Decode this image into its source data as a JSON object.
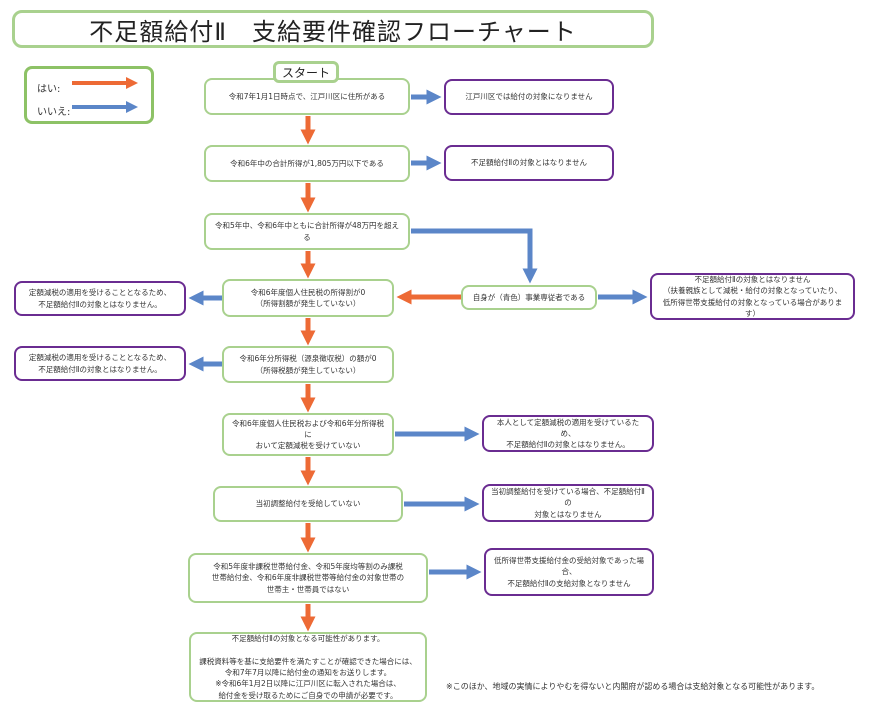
{
  "title": "不足額給付Ⅱ　支給要件確認フローチャート",
  "legend": {
    "yes_label": "はい:",
    "no_label": "いいえ:",
    "yes_color": "#ed6a35",
    "no_color": "#5b86c8"
  },
  "start_label": "スタート",
  "conditions": [
    {
      "text": "令和7年1月1日時点で、江戸川区に住所がある"
    },
    {
      "text": "令和6年中の合計所得が1,805万円以下である"
    },
    {
      "text": "令和5年中、令和6年中ともに合計所得が48万円を超える"
    },
    {
      "text": "令和6年度個人住民税の所得割が0\n（所得割額が発生していない）"
    },
    {
      "text": "令和6年分所得税（源泉徴収税）の額が0\n（所得税額が発生していない）"
    },
    {
      "text": "令和6年度個人住民税および令和6年分所得税に\nおいて定額減税を受けていない"
    },
    {
      "text": "当初調整給付を受給していない"
    },
    {
      "text": "令和5年度非課税世帯給付金、令和5年度均等割のみ課税\n世帯給付金、令和6年度非課税世帯等給付金の対象世帯の\n世帯主・世帯員ではない"
    },
    {
      "text": "自身が（青色）事業専従者である"
    }
  ],
  "results": [
    {
      "text": "江戸川区では給付の対象になりません"
    },
    {
      "text": "不足額給付Ⅱの対象とはなりません"
    },
    {
      "text": "定額減税の適用を受けることとなるため、\n不足額給付Ⅱの対象とはなりません。"
    },
    {
      "text": "定額減税の適用を受けることとなるため、\n不足額給付Ⅱの対象とはなりません。"
    },
    {
      "text": "不足額給付Ⅱの対象とはなりません\n（扶養親族として減税・給付の対象となっていたり、\n低所得世帯支援給付の対象となっている場合があります）"
    },
    {
      "text": "本人として定額減税の適用を受けているため、\n不足額給付Ⅱの対象とはなりません。"
    },
    {
      "text": "当初調整給付を受けている場合、不足額給付Ⅱの\n対象とはなりません"
    },
    {
      "text": "低所得世帯支援給付金の受給対象であった場合、\n不足額給付Ⅱの支給対象となりません"
    }
  ],
  "final": {
    "text": "不足額給付Ⅱの対象となる可能性があります。\n\n課税資料等を基に支給要件を満たすことが確認できた場合には、\n令和7年7月以降に給付金の通知をお送りします。\n※令和6年1月2日以降に江戸川区に転入された場合は、\n給付金を受け取るためにご自身での申請が必要です。"
  },
  "footnote": "※このほか、地域の実情によりやむを得ないと内閣府が認める場合は支給対象となる可能性があります。"
}
